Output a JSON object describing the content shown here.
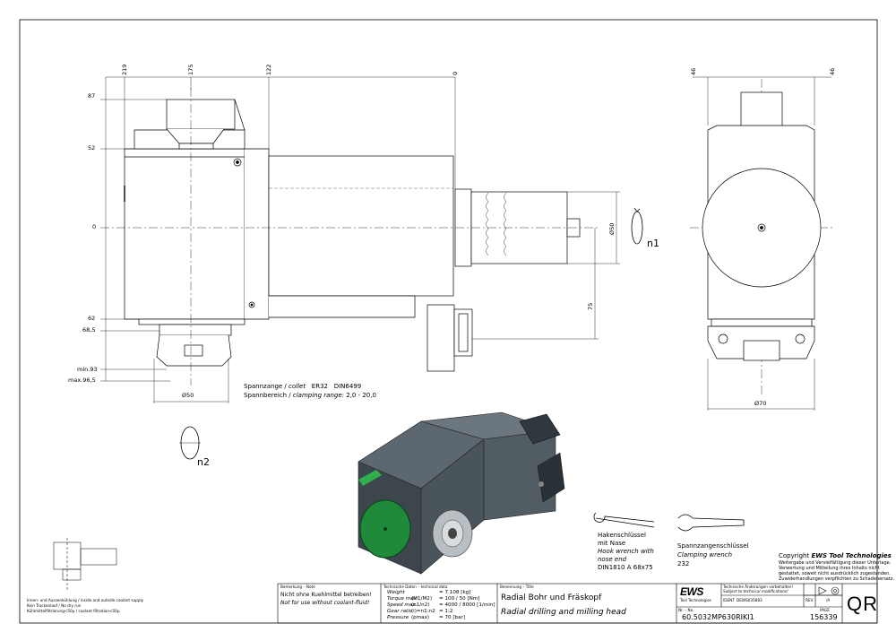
{
  "dims": {
    "top_219": "219",
    "top_175": "175",
    "top_122": "122",
    "top_0": "0",
    "left_87": "87",
    "left_52": "52",
    "left_0": "0",
    "left_62": "62",
    "left_68": "68,5",
    "left_min93": "min.93",
    "left_max965": "max.96,5",
    "dia50_bottom": "Ø50",
    "dia50_right": "Ø50",
    "dim75": "75",
    "right_46a": "46",
    "right_46b": "46",
    "dia70": "Ø70",
    "n1": "n1",
    "n2": "n2"
  },
  "collet": {
    "line1_a": "Spannzange /",
    "line1_b": "collet",
    "line1_c": "ER32",
    "line1_d": "DIN6499",
    "line2_a": "Spannbereich /",
    "line2_b": "clamping range:",
    "line2_c": "2,0 - 20,0"
  },
  "tools": {
    "hook_de1": "Hakenschlüssel",
    "hook_de2": "mit Nase",
    "hook_en1": "Hook wrench with",
    "hook_en2": "nose end",
    "hook_std": "DIN1810 A 68x75",
    "clamp_de": "Spannzangenschlüssel",
    "clamp_en": "Clamping wrench",
    "clamp_no": "232"
  },
  "copyright": {
    "title_a": "Copyright",
    "title_b": "EWS Tool Technologies",
    "l1": "Weitergabe und Vervielfältigung dieser Unterlage,",
    "l2": "Verwertung und Mitteilung ihres Inhalts nicht",
    "l3": "gestattet, soweit nicht ausdrücklich zugestanden.",
    "l4": "Zuwiderhandlungen verpflichten zu Schadenersatz."
  },
  "coolant": {
    "l1": "Innen- und Aussenkühlung / inside and outside coolant supply",
    "l2": "Kein Trockenlauf / No dry run",
    "l3": "Kühlmittelfiltrierung<50µ / coolant filtration<50µ"
  },
  "titleblock": {
    "remark_hdr": "Bemerkung – Note",
    "remark_de": "Nicht ohne Kuehlmittel betreiben!",
    "remark_en": "Not for use without coolant-fluid!",
    "tech_hdr": "Technische Daten – technical data",
    "tech_rows": [
      {
        "label": "Weight",
        "unit": "",
        "value": "= 7.108 [kg]"
      },
      {
        "label": "Torque max",
        "unit": "(M1/M2)",
        "value": "= 100 / 50 [Nm]"
      },
      {
        "label": "Speed max.",
        "unit": "(n1/n2)",
        "value": "= 4000 / 8000 [1/min]"
      },
      {
        "label": "Gear ratio",
        "unit": "(i)=n1:n2",
        "value": "= 1:2"
      },
      {
        "label": "Pressure",
        "unit": "(pmax)",
        "value": "= 70 [bar]"
      }
    ],
    "title_hdr": "Benennung – Title",
    "title_de": "Radial Bohr und Fräskopf",
    "title_en": "Radial drilling and milling head",
    "logo": "EWS",
    "logo_sub": "Tool Technologies",
    "notice1": "Technische Änderungen vorbehalten!",
    "notice2": "Subject to technical modifications!",
    "ident_label": "IDENT",
    "ident_value": "DEWS035883",
    "rev_label": "REV.",
    "rev_value": "/A",
    "no_label": "Nr. – No.",
    "part_no": "60.5032MP630RIKI1",
    "page_label": "PAGE",
    "number": "156339",
    "qr": "QR"
  }
}
